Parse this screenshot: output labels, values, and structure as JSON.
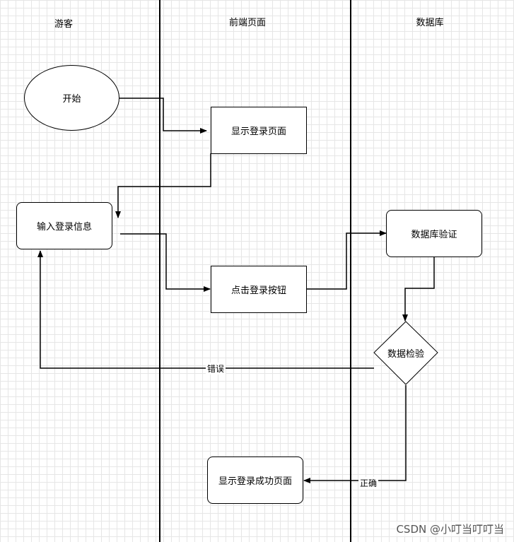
{
  "lanes": {
    "visitor": "游客",
    "frontend": "前端页面",
    "database": "数据库"
  },
  "nodes": {
    "start": "开始",
    "show_login_page": "显示登录页面",
    "input_login_info": "输入登录信息",
    "click_login_button": "点击登录按钮",
    "db_verify": "数据库验证",
    "data_check": "数据检验",
    "show_login_success": "显示登录成功页面"
  },
  "edges": {
    "error_label": "错误",
    "correct_label": "正确"
  },
  "watermark": "CSDN @小叮当叮叮当"
}
